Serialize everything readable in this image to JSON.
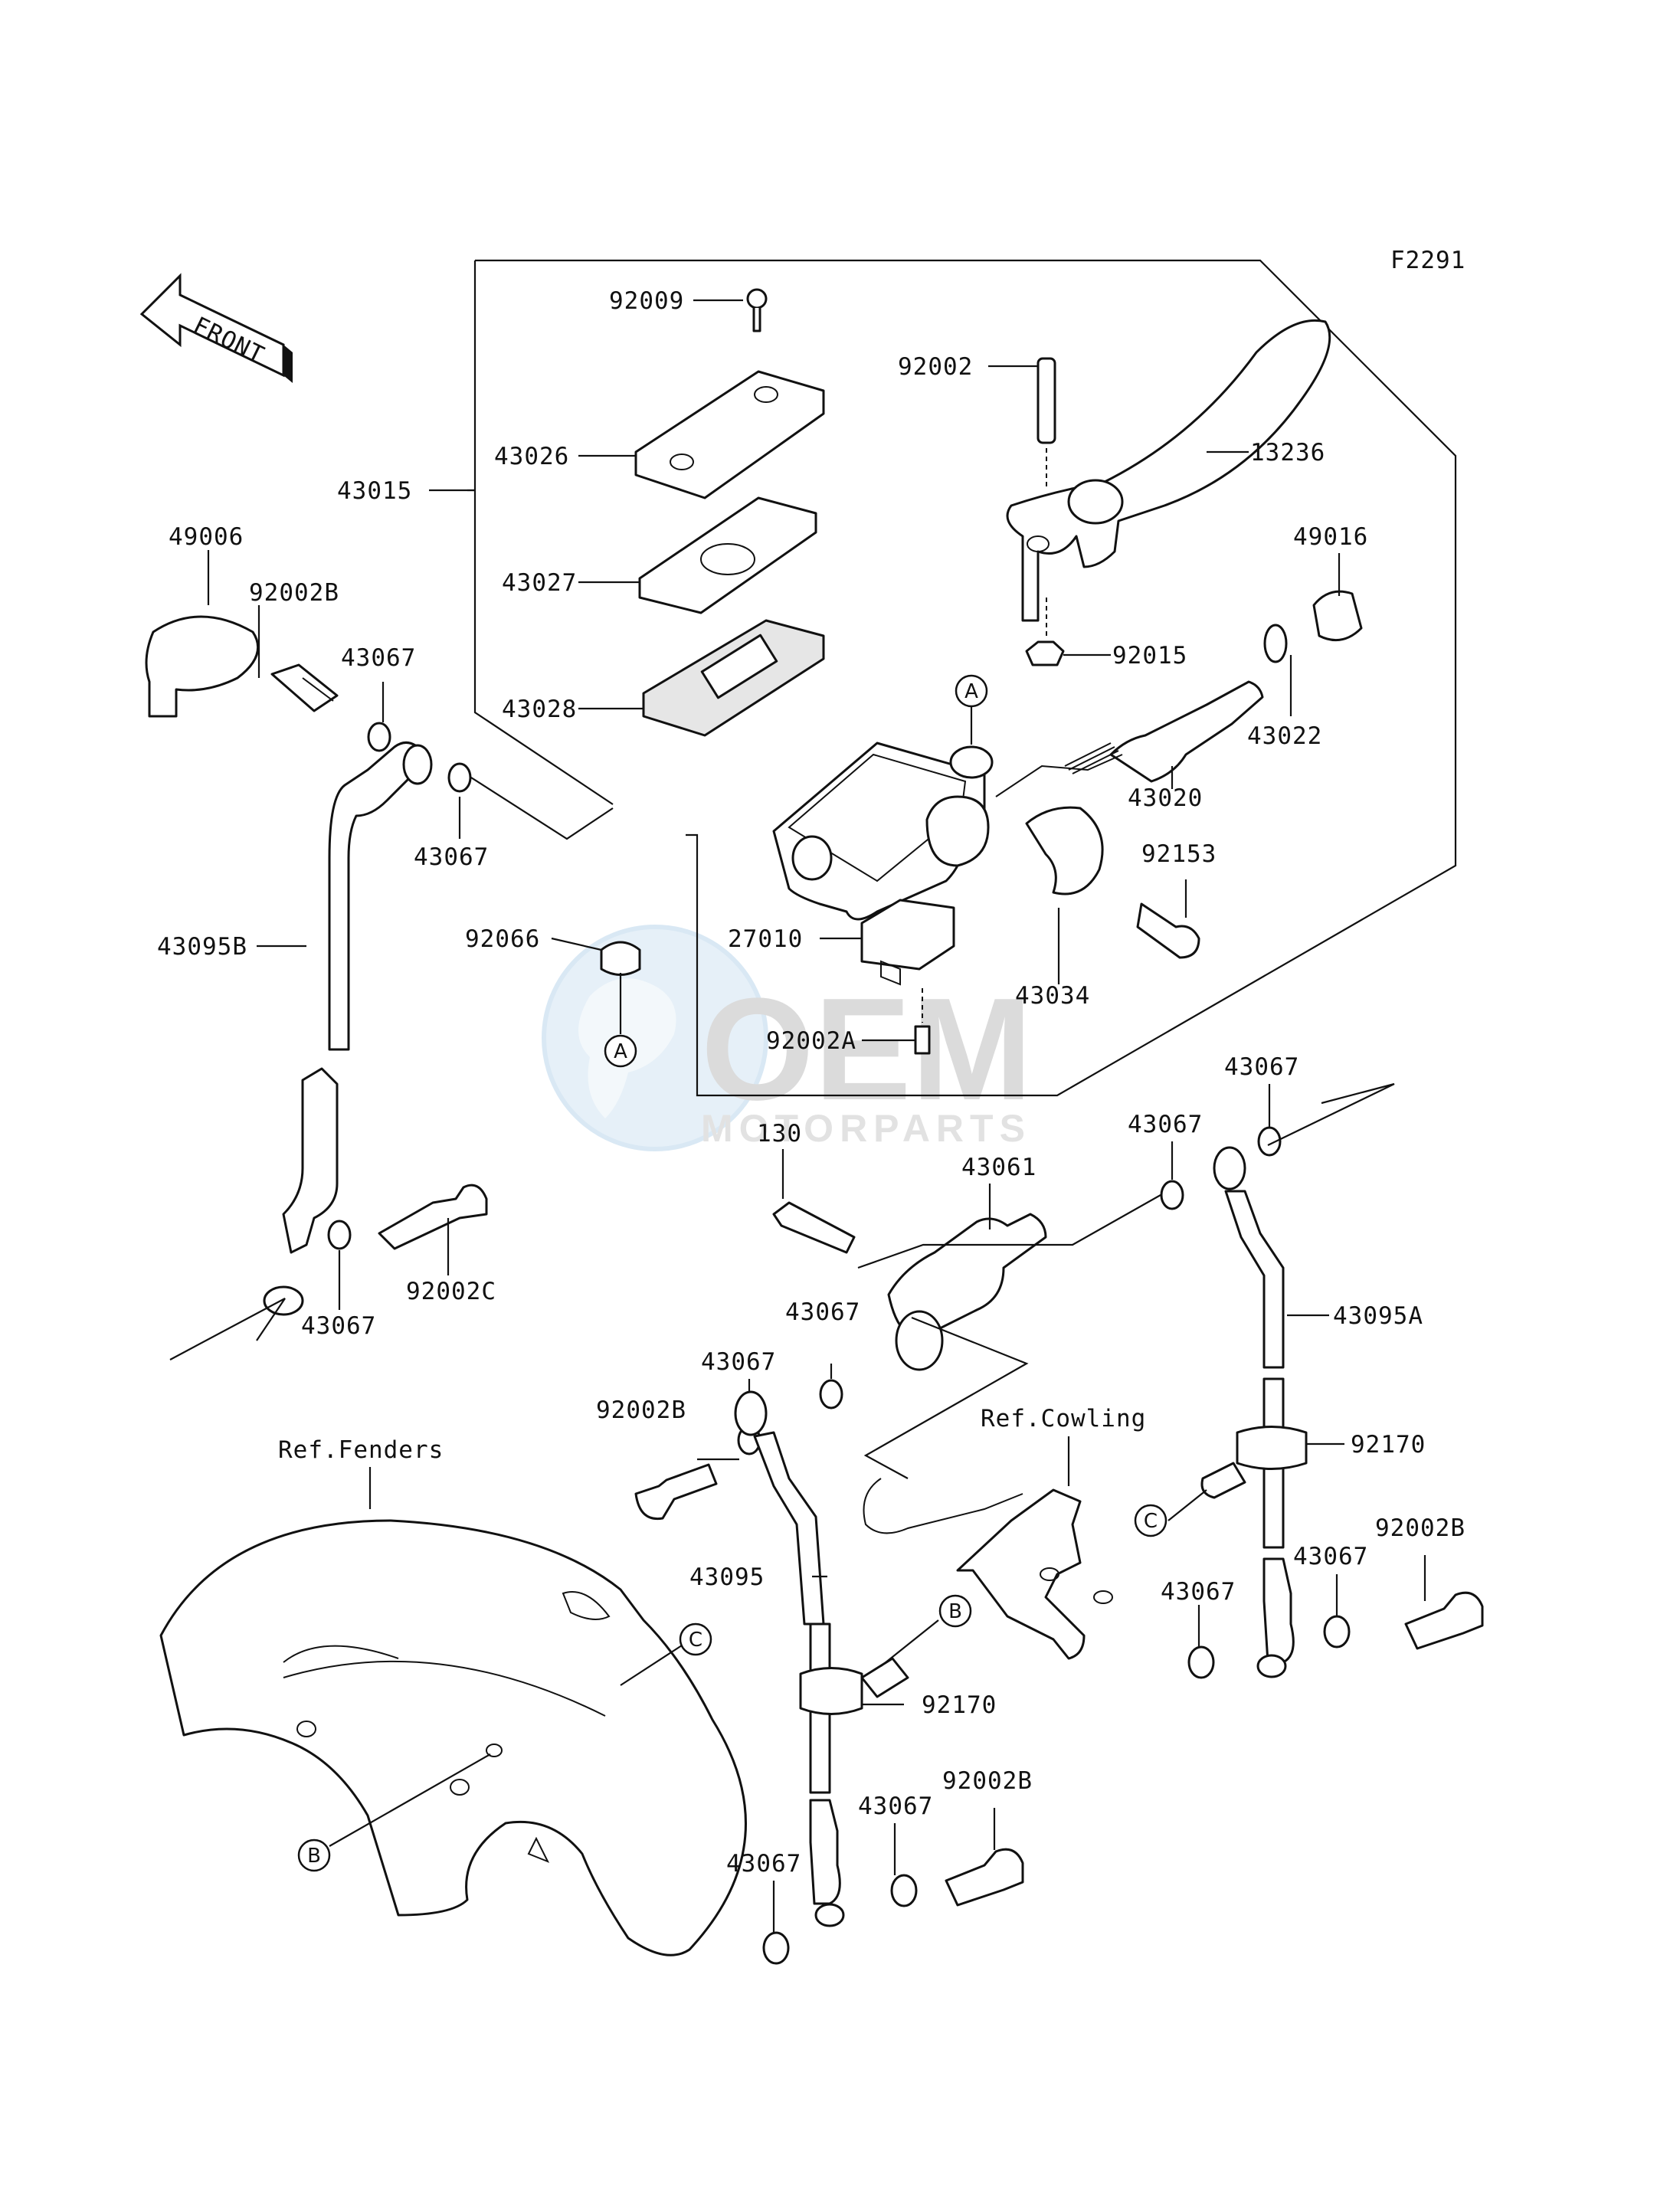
{
  "figure_code": "F2291",
  "front_label": "FRONT",
  "watermark": {
    "logo_text": "OEM",
    "sub_text": "MOTORPARTS"
  },
  "parts": {
    "p92009": "92009",
    "p43026": "43026",
    "p43015": "43015",
    "p43027": "43027",
    "p43028": "43028",
    "p92002": "92002",
    "p13236": "13236",
    "p49016": "49016",
    "p92015": "92015",
    "p43022": "43022",
    "p43020": "43020",
    "p92153": "92153",
    "p43034": "43034",
    "p27010": "27010",
    "p92066": "92066",
    "p92002A": "92002A",
    "p49006": "49006",
    "p92002B_a": "92002B",
    "p43067_a": "43067",
    "p43067_b": "43067",
    "p43095B": "43095B",
    "p43067_c": "43067",
    "p92002C": "92002C",
    "p130": "130",
    "p43061": "43061",
    "p43067_d": "43067",
    "p43067_e": "43067",
    "p43095A": "43095A",
    "p43067_f": "43067",
    "p43067_g": "43067",
    "p92002B_b": "92002B",
    "p92170_a": "92170",
    "p43067_h": "43067",
    "p43067_i": "43067",
    "p92002B_c": "92002B",
    "p43095": "43095",
    "p92170_b": "92170",
    "p43067_j": "43067",
    "p43067_k": "43067",
    "p92002B_d": "92002B"
  },
  "references": {
    "fenders": "Ref.Fenders",
    "cowling": "Ref.Cowling"
  },
  "callouts": {
    "a1": "A",
    "a2": "A",
    "b1": "B",
    "b2": "B",
    "c1": "C",
    "c2": "C"
  }
}
